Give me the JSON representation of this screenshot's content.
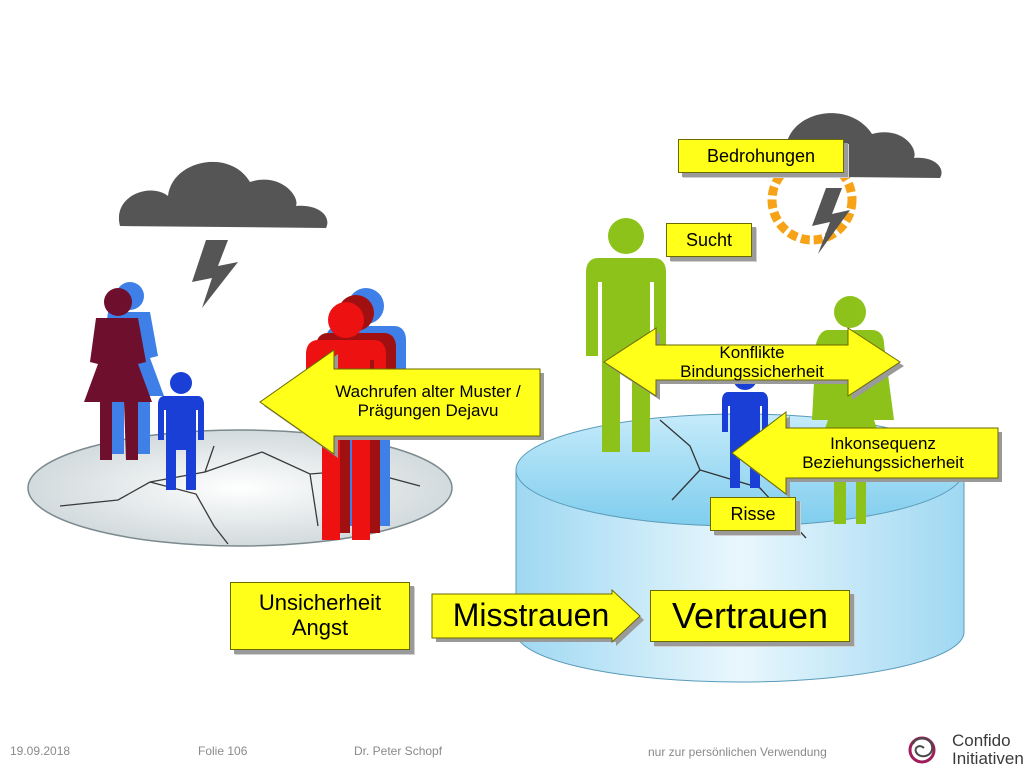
{
  "slide": {
    "labels": {
      "bedrohungen": "Bedrohungen",
      "sucht": "Sucht",
      "konflikte": "Konflikte Bindungssicherheit",
      "wachrufen": "Wachrufen  alter Muster / Prägungen Dejavu",
      "inkonsequenz": "Inkonsequenz Beziehungssicherheit",
      "risse": "Risse",
      "unsicherheit": "Unsicherheit Angst",
      "misstrauen": "Misstrauen",
      "vertrauen": "Vertrauen"
    }
  },
  "footer": {
    "date": "19.09.2018",
    "slide_number": "Folie 106",
    "author": "Dr. Peter Schopf",
    "note": "nur zur persönlichen Verwendung"
  },
  "logo": {
    "line1": "Confido",
    "line2": "Initiativen",
    "icon": "confido-swirl-icon"
  },
  "colors": {
    "label_fill": "#ffff1a",
    "cloud": "#555555",
    "woman_dark": "#6e0f2e",
    "child_blue": "#1a3fd6",
    "man_red": "#ee1111",
    "figure_green": "#8cc21a",
    "shadow_blue": "#3f7fe8",
    "sun_orange": "#f6a318",
    "platform_blue": "#a9dcf3",
    "logo_accent": "#9e1e5a"
  }
}
